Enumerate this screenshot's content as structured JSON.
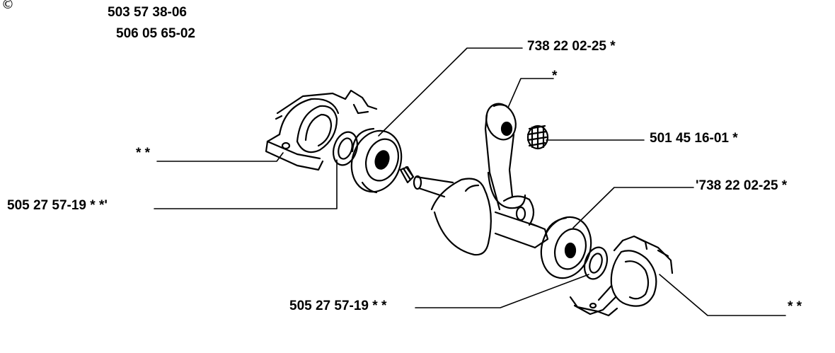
{
  "copyright_symbol": "©",
  "header_part_numbers": [
    "503 57 38-06",
    "506 05 65-02"
  ],
  "callouts": {
    "bearing_top": "738 22 02-25 *",
    "small_end_marker": "*",
    "needle_bearing": "501 45 16-01 *",
    "bearing_right": "'738 22 02-25 *",
    "housing_left": "* *",
    "seal_left": "505 27 57-19 * *'",
    "seal_right": "505 27 57-19 * *",
    "housing_right": "* *"
  },
  "colors": {
    "ink": "#000000",
    "background": "#ffffff"
  }
}
